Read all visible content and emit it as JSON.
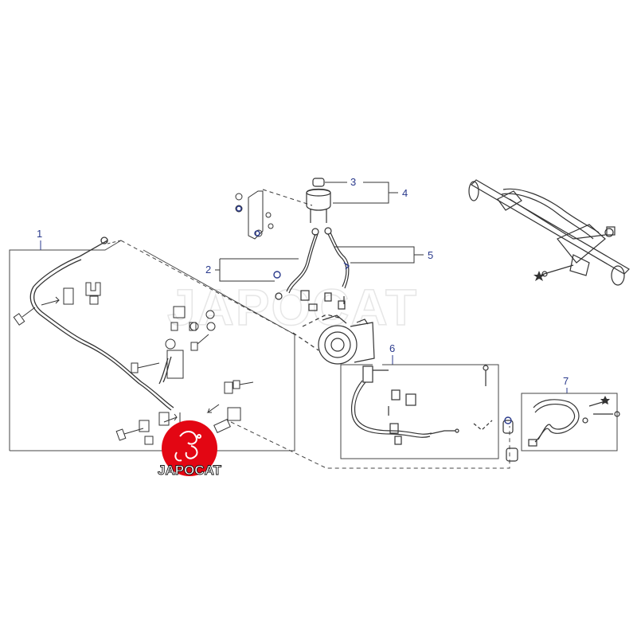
{
  "callouts": {
    "c1": "1",
    "c2": "2",
    "c3": "3",
    "c4": "4",
    "c5": "5",
    "c6": "6",
    "c7": "7"
  },
  "watermark": "JAPOCAT",
  "logo": {
    "text": "JAPOCAT",
    "color": "#e30613"
  },
  "colors": {
    "line": "#333333",
    "callout": "#2a3a8c",
    "frame": "#444444"
  }
}
